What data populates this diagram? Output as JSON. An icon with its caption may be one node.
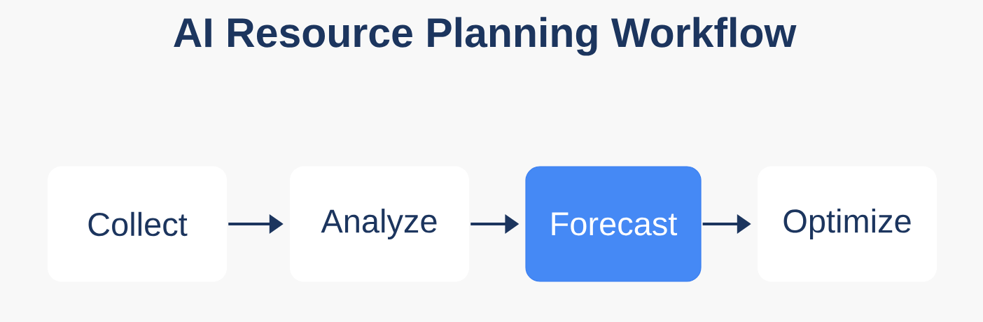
{
  "diagram": {
    "title": "AI Resource Planning Workflow",
    "nodes": [
      {
        "text": [
          "Collect"
        ]
      },
      {
        "text": [
          "Analyze"
        ]
      },
      {
        "text": [
          "Forecast"
        ]
      },
      {
        "text": [
          "Optimize"
        ]
      }
    ],
    "edges": [
      {
        "from": 0,
        "to": 1,
        "arrow": "to"
      },
      {
        "from": 1,
        "to": 2,
        "arrow": "to"
      },
      {
        "from": 2,
        "to": 3,
        "arrow": "to"
      }
    ]
  }
}
